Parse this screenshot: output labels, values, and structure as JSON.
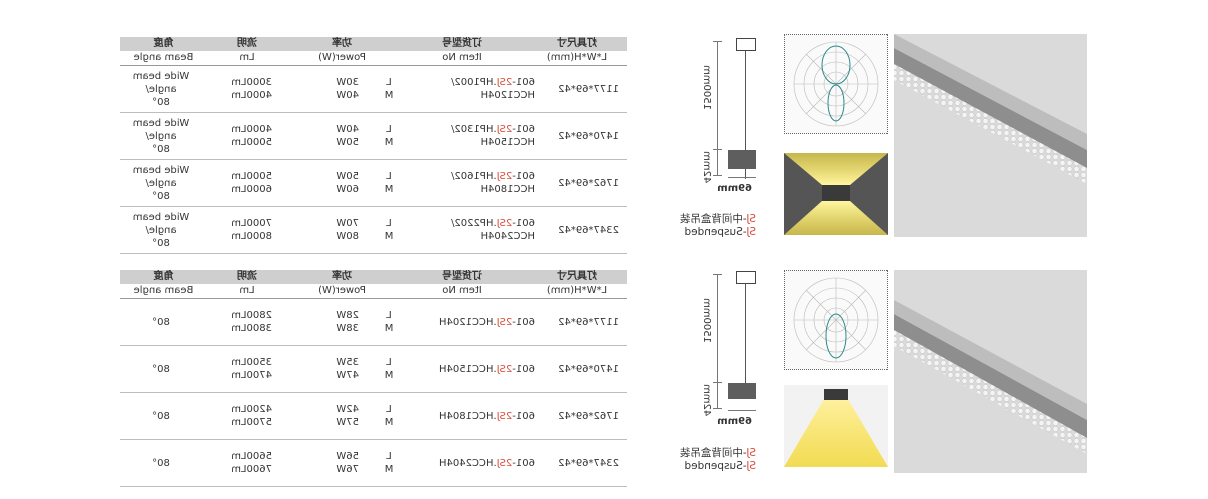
{
  "headers": {
    "size": {
      "zh": "灯具尺寸",
      "en": "L*W*H(mm)"
    },
    "item": {
      "zh": "订货型号",
      "en": "Item No"
    },
    "power": {
      "zh": "功率",
      "en": "Power(W)"
    },
    "flux": {
      "zh": "流明",
      "en": "Lm"
    },
    "angle": {
      "zh": "角度",
      "en": "Beam angle"
    }
  },
  "table1": [
    {
      "size": "1177*69*42",
      "item_prefix": "601-",
      "item_acc": "2SJ",
      "item_line1_rest": ".HP1002/",
      "item_line2": "HCC1204H",
      "grade1": "L",
      "grade2": "M",
      "power1": "30W",
      "power2": "40W",
      "flux1": "3000Lm",
      "flux2": "4000Lm",
      "angle1": "Wide beam angle/",
      "angle2": "80°"
    },
    {
      "size": "1470*69*42",
      "item_prefix": "601-",
      "item_acc": "2SJ",
      "item_line1_rest": ".HP1302/",
      "item_line2": "HCC1504H",
      "grade1": "L",
      "grade2": "M",
      "power1": "40W",
      "power2": "50W",
      "flux1": "4000Lm",
      "flux2": "5000Lm",
      "angle1": "Wide beam angle/",
      "angle2": "80°"
    },
    {
      "size": "1762*69*42",
      "item_prefix": "601-",
      "item_acc": "2SJ",
      "item_line1_rest": ".HP1602/",
      "item_line2": "HCC1804H",
      "grade1": "L",
      "grade2": "M",
      "power1": "50W",
      "power2": "60W",
      "flux1": "5000Lm",
      "flux2": "6000Lm",
      "angle1": "Wide beam angle/",
      "angle2": "80°"
    },
    {
      "size": "2347*69*42",
      "item_prefix": "601-",
      "item_acc": "2SJ",
      "item_line1_rest": ".HP2202/",
      "item_line2": "HCC2404H",
      "grade1": "L",
      "grade2": "M",
      "power1": "70W",
      "power2": "80W",
      "flux1": "7000Lm",
      "flux2": "8000Lm",
      "angle1": "Wide beam angle/",
      "angle2": "80°"
    }
  ],
  "table2": [
    {
      "size": "1177*69*42",
      "item_prefix": "601-",
      "item_acc": "2SJ",
      "item_rest": ".HCC1204H",
      "grade1": "L",
      "grade2": "M",
      "power1": "28W",
      "power2": "38W",
      "flux1": "2800Lm",
      "flux2": "3800Lm",
      "angle": "80°"
    },
    {
      "size": "1470*69*42",
      "item_prefix": "601-",
      "item_acc": "2SJ",
      "item_rest": ".HCC1504H",
      "grade1": "L",
      "grade2": "M",
      "power1": "35W",
      "power2": "47W",
      "flux1": "3500Lm",
      "flux2": "4700Lm",
      "angle": "80°"
    },
    {
      "size": "1762*69*42",
      "item_prefix": "601-",
      "item_acc": "2SJ",
      "item_rest": ".HCC1804H",
      "grade1": "L",
      "grade2": "M",
      "power1": "42W",
      "power2": "57W",
      "flux1": "4200Lm",
      "flux2": "5700Lm",
      "angle": "80°"
    },
    {
      "size": "2347*69*42",
      "item_prefix": "601-",
      "item_acc": "2SJ",
      "item_rest": ".HCC2404H",
      "grade1": "L",
      "grade2": "M",
      "power1": "56W",
      "power2": "76W",
      "flux1": "5600Lm",
      "flux2": "7600Lm",
      "angle": "80°"
    }
  ],
  "drawing": {
    "cable_length": "1500mm",
    "body_height": "42mm",
    "body_width": "69mm"
  },
  "caption": {
    "zh_acc": "SJ",
    "zh_rest": "-中间背盒吊装",
    "en_acc": "SJ",
    "en_rest": "-Suspended"
  }
}
